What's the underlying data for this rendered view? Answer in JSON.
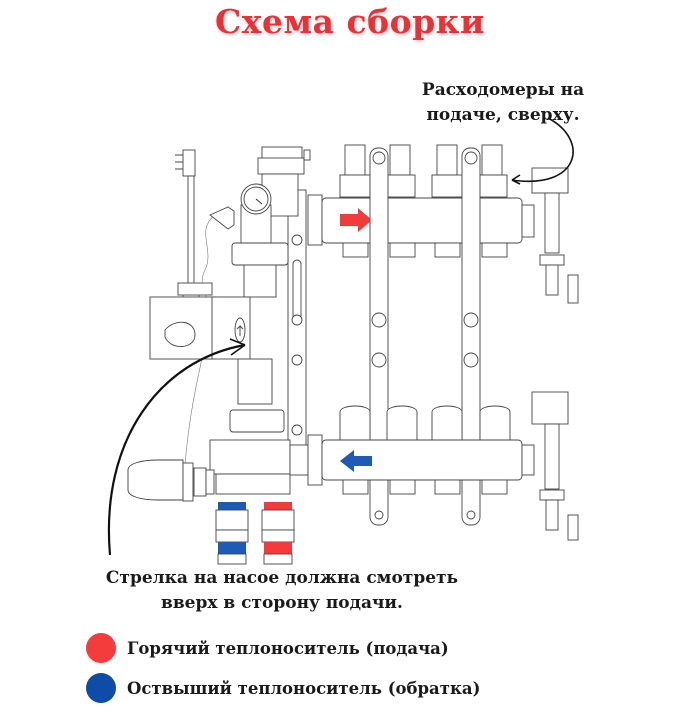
{
  "title": "Схема сборки",
  "annotations": {
    "flowmeters": "Расходомеры на подаче, сверху.",
    "pump_arrow": "Стрелка на насое должна смотреть вверх в сторону подачи."
  },
  "diagram": {
    "supply_arrow_direction": "right",
    "return_arrow_direction": "left",
    "supply_color": "#f23b3b",
    "return_color": "#1f5bb5",
    "circuits": 4,
    "components": [
      "flowmeters",
      "supply-manifold",
      "return-manifold",
      "return-valves",
      "pump",
      "thermometer",
      "air-vent",
      "thermostatic-head",
      "mixing-valve",
      "drain-valves",
      "brackets",
      "sensor-cable"
    ]
  },
  "legend": [
    {
      "label": "Горячий теплоноситель (подача)",
      "color": "#f53c3c"
    },
    {
      "label": "Оствыший теплоноситель (обратка)",
      "color": "#0e4ca8"
    }
  ]
}
